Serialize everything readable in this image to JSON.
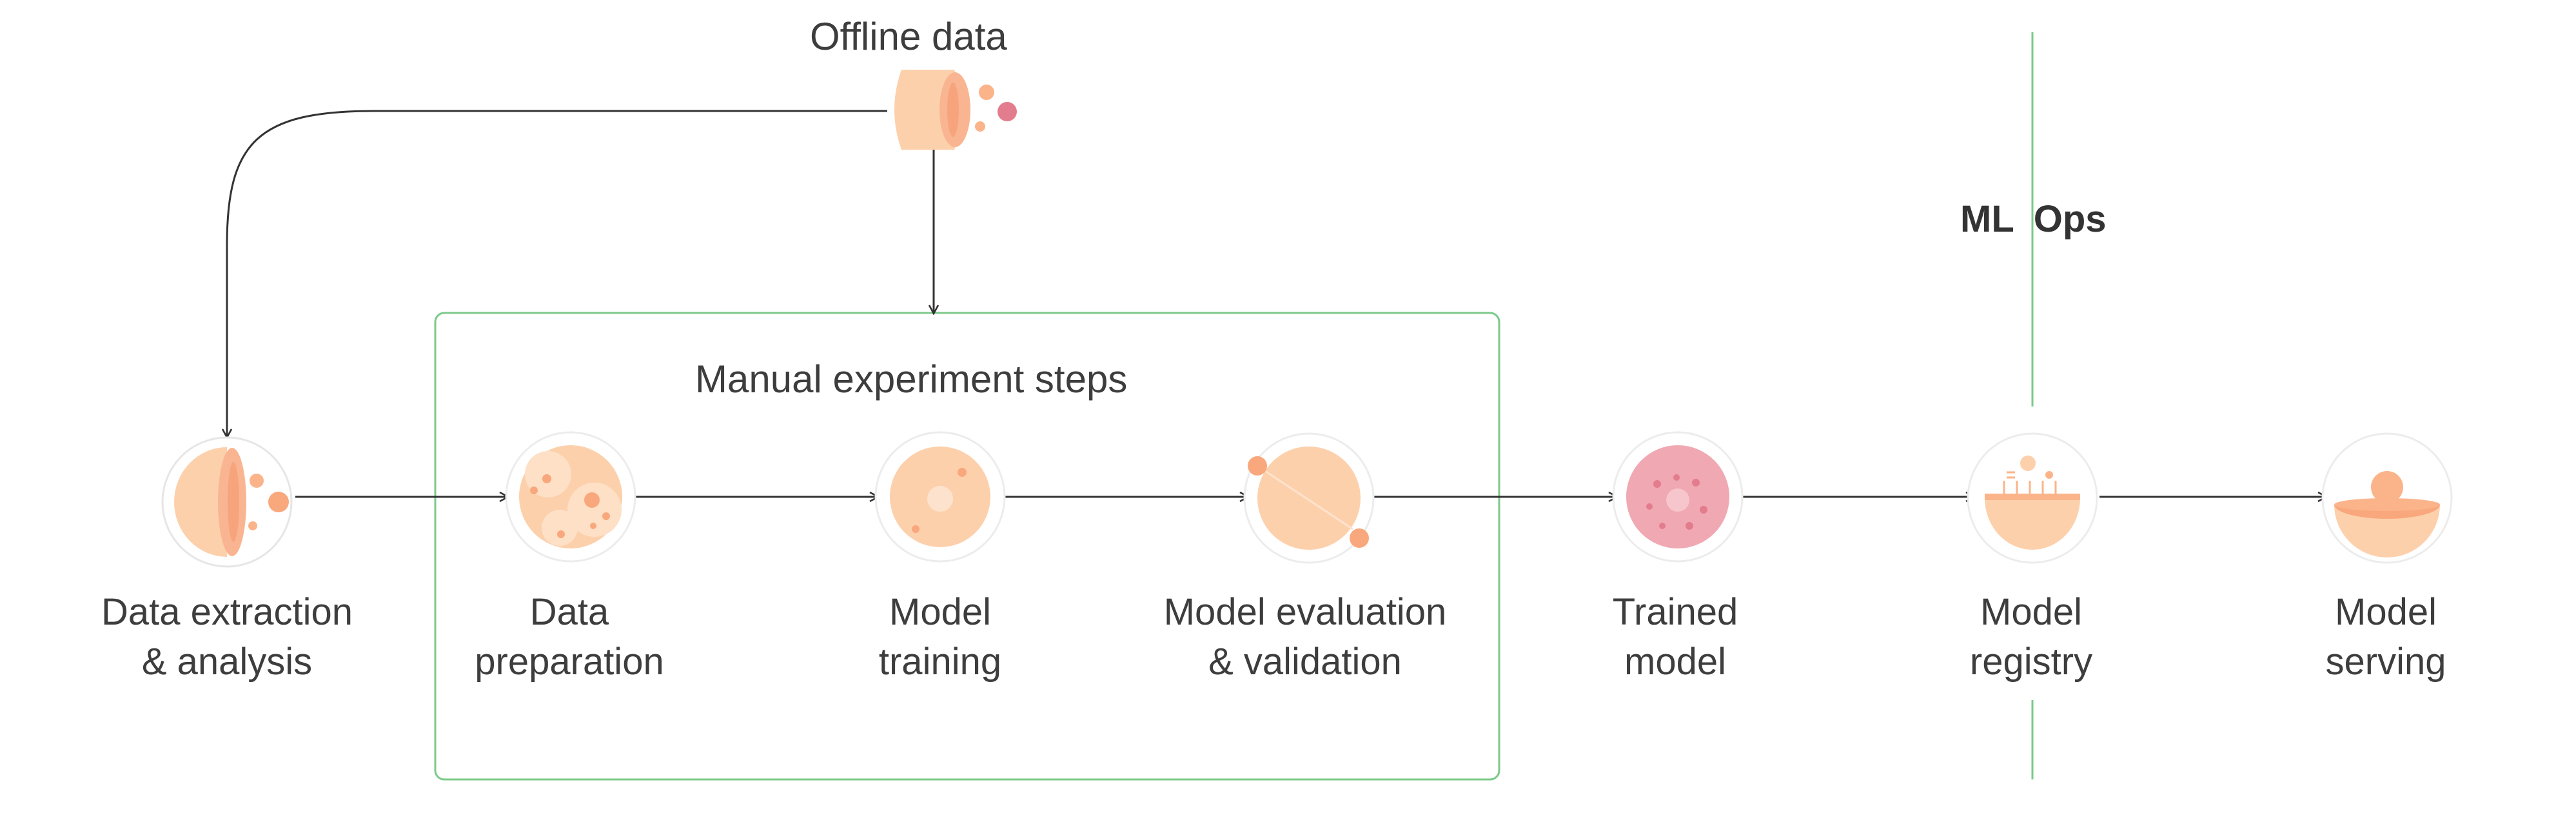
{
  "source": {
    "label": "Offline data"
  },
  "group": {
    "title": "Manual experiment steps"
  },
  "divider": {
    "left_word": "ML",
    "right_word": "Ops"
  },
  "steps": [
    {
      "line1": "Data extraction",
      "line2": "& analysis"
    },
    {
      "line1": "Data",
      "line2": "preparation"
    },
    {
      "line1": "Model",
      "line2": "training"
    },
    {
      "line1": "Model evaluation",
      "line2": "& validation"
    },
    {
      "line1": "Trained",
      "line2": "model"
    },
    {
      "line1": "Model",
      "line2": "registry"
    },
    {
      "line1": "Model",
      "line2": "serving"
    }
  ],
  "colors": {
    "peach": "#fdd0ac",
    "peach_dark": "#fbb48a",
    "orange_dot": "#f9a77c",
    "pink": "#f0a8b2",
    "pink_dark": "#e37c8d",
    "frame_green": "#7cc98a",
    "arrow": "#333333",
    "text": "#3d3d3d"
  }
}
